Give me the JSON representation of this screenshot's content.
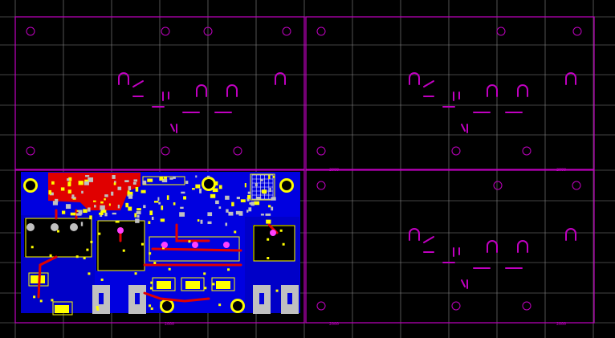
{
  "view": {
    "background": "#000000",
    "grid_color": "#8a8a8a",
    "outline_color": "#c000c0",
    "board_colors": {
      "top_copper": "#e00000",
      "bottom_copper": "#0000e0",
      "silkscreen": "#ffff00",
      "pad": "#c0c0c0",
      "keepout": "#c000c0"
    }
  },
  "panels": [
    {
      "id": "panel-top-left",
      "content": "outline-only"
    },
    {
      "id": "panel-top-right",
      "content": "outline-only"
    },
    {
      "id": "panel-bottom-left",
      "content": "populated-pcb"
    },
    {
      "id": "panel-bottom-right",
      "content": "outline-only"
    }
  ],
  "panel_text": {
    "small_dim_label": "2000"
  }
}
